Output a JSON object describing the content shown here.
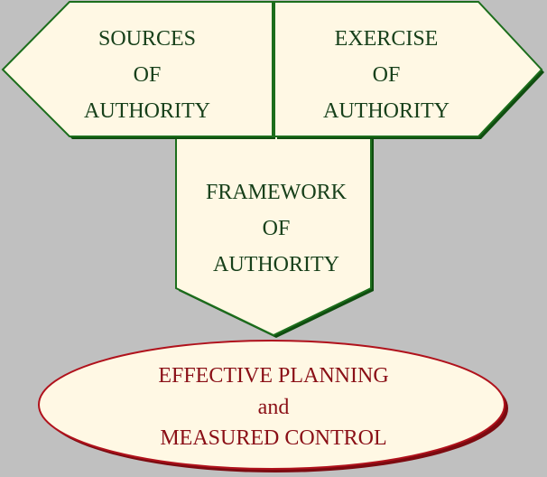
{
  "colors": {
    "background": "#c0c0c0",
    "shape_fill": "#fff8e4",
    "green_outline": "#1c6e1c",
    "green_shadow": "#0f4d0f",
    "green_text": "#17401a",
    "red_outline": "#b0121c",
    "red_shadow": "#7c0a10",
    "red_text": "#8a0f16"
  },
  "nodes": {
    "sources": {
      "line1": "SOURCES",
      "line2": "OF",
      "line3": "AUTHORITY"
    },
    "exercise": {
      "line1": "EXERCISE",
      "line2": "OF",
      "line3": "AUTHORITY"
    },
    "framework": {
      "line1": "FRAMEWORK",
      "line2": "OF",
      "line3": "AUTHORITY"
    },
    "outcome": {
      "line1": "EFFECTIVE PLANNING",
      "line2": "and",
      "line3": "MEASURED CONTROL"
    }
  }
}
